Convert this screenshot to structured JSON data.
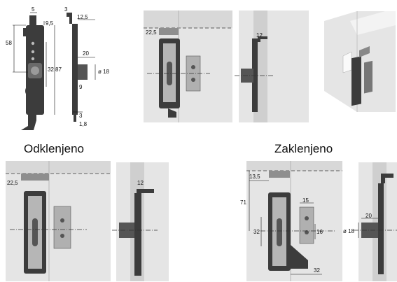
{
  "captions": {
    "unlocked": "Odklenjeno",
    "locked": "Zaklenjeno"
  },
  "dims": {
    "tech": {
      "d5": "5",
      "d9_5": "9,5",
      "d58": "58",
      "d32": "32",
      "d87": "87",
      "d3a": "3",
      "d12_5": "12,5",
      "d20": "20",
      "dia18": "ø 18",
      "d9": "9",
      "d3b": "3",
      "d1_8": "1,8"
    },
    "top_front": {
      "d22_5": "22,5"
    },
    "top_side": {
      "d12": "12"
    },
    "unlocked_front": {
      "d22_5": "22,5"
    },
    "unlocked_side": {
      "d12": "12"
    },
    "locked_front": {
      "d13_5": "13,5",
      "d71": "71",
      "d32a": "32",
      "d15": "15",
      "d16": "16",
      "d32b": "32"
    },
    "locked_side": {
      "d20": "20",
      "dia18": "ø 18"
    }
  },
  "colors": {
    "part_dark": "#3c3c3c",
    "panel": "#e5e5e5",
    "edge": "#d8d8d8"
  }
}
